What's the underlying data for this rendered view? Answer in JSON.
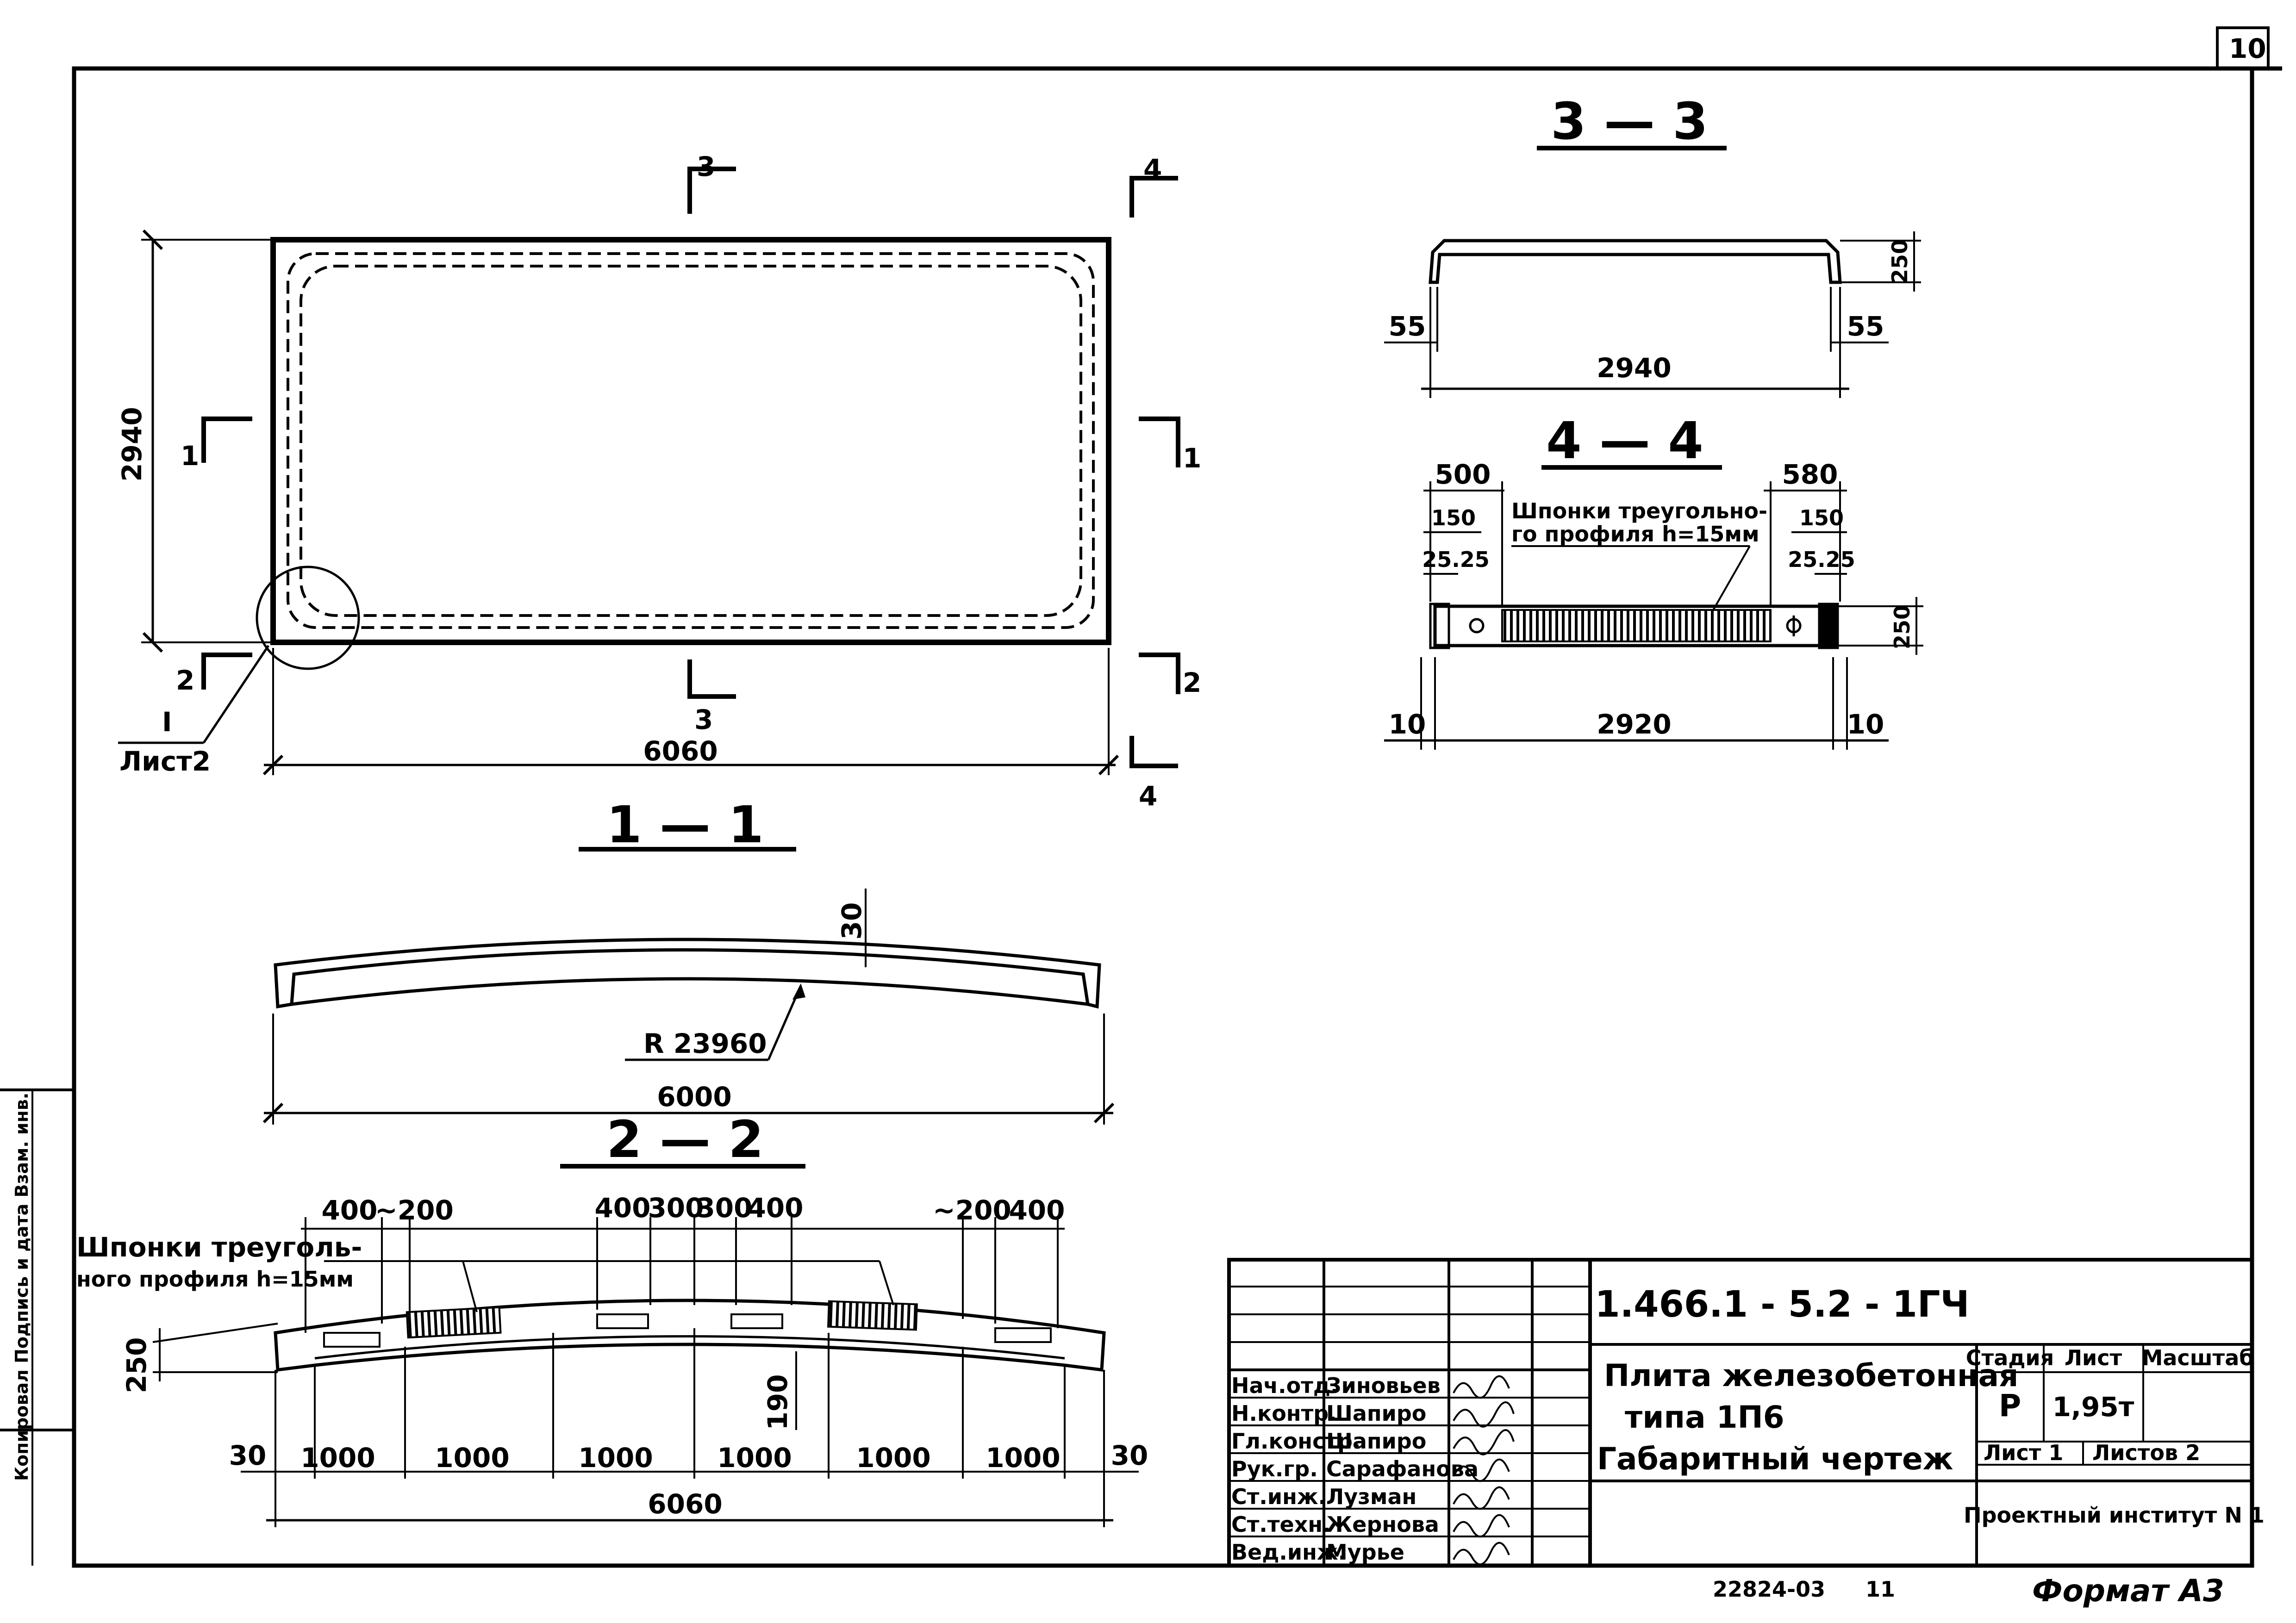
{
  "sheet": {
    "sheet_number": "10",
    "format_label": "Формат А3",
    "inventory_number": "22824-03",
    "bottom_page": "11",
    "margin_stamp": "Копировал Подпись и дата Взам. инв."
  },
  "plan": {
    "section_marks": {
      "s1": "1",
      "s2": "2",
      "s3": "3",
      "s4": "4"
    },
    "width_dim": "2940",
    "length_dim": "6060",
    "node_label": "I",
    "node_sheet": "Лист2"
  },
  "section_1_1": {
    "title": "1 — 1",
    "thickness_dim": "30",
    "radius_dim": "R 23960",
    "length_dim": "6000"
  },
  "section_2_2": {
    "title": "2 — 2",
    "key_note_line1": "Шпонки треуголь-",
    "key_note_line2": "ного профиля h=15мм",
    "top_dims": [
      "400",
      "~200",
      "400",
      "300",
      "300",
      "400",
      "~200",
      "400"
    ],
    "height_dim": "250",
    "rib_dim": "190",
    "bottom_dims": [
      "30",
      "1000",
      "1000",
      "1000",
      "1000",
      "1000",
      "1000",
      "30"
    ],
    "total_dim": "6060"
  },
  "section_3_3": {
    "title": "3 — 3",
    "height_dim": "250",
    "left_dim": "55",
    "right_dim": "55",
    "width_dim": "2940"
  },
  "section_4_4": {
    "title": "4 — 4",
    "key_note_line1": "Шпонки треугольно-",
    "key_note_line2": "го профиля h=15мм",
    "left_dims": [
      "500",
      "150",
      "25.25"
    ],
    "right_dims": [
      "580",
      "150",
      "25.25"
    ],
    "height_dim": "250",
    "bottom_dims": [
      "10",
      "2920",
      "10"
    ]
  },
  "title_block": {
    "document_code": "1.466.1 - 5.2 - 1ГЧ",
    "name_line1": "Плита железобетонная",
    "name_line2": "типа 1П6",
    "name_line3": "Габаритный чертеж",
    "head_stage": "Стадия",
    "head_sheet": "Лист",
    "head_scale": "Масштаб",
    "stage": "Р",
    "mass": "1,95т",
    "sheet_label": "Лист 1",
    "sheets_label": "Листов 2",
    "organization": "Проектный институт N 1",
    "staff": [
      {
        "role": "Нач.отд.",
        "name": "Зиновьев"
      },
      {
        "role": "Н.контр.",
        "name": "Шапиро"
      },
      {
        "role": "Гл.констр.",
        "name": "Шапиро"
      },
      {
        "role": "Рук.гр.",
        "name": "Сарафанова"
      },
      {
        "role": "Ст.инж.",
        "name": "Лузман"
      },
      {
        "role": "Ст.техн.",
        "name": "Жернова"
      },
      {
        "role": "Вед.инж.",
        "name": "Мурье"
      }
    ]
  }
}
